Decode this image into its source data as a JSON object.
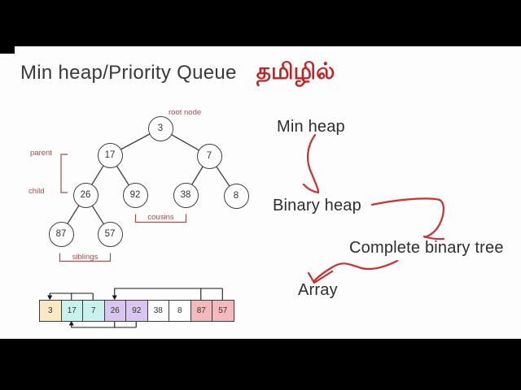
{
  "title": {
    "main": "Min heap/Priority Queue",
    "tamil": "தமிழில்"
  },
  "colors": {
    "title_text": "#3a3a3a",
    "tamil_red": "#c42421",
    "arrow_red": "#d22b2b",
    "annotation_red": "#a64d4b",
    "letterbox": "#000000",
    "cell_yellow": "#fbe9c4",
    "cell_cyan": "#c9f2ef",
    "cell_lavender": "#d9c6f0",
    "cell_white": "#ffffff",
    "cell_pink": "#f6b9bb"
  },
  "tree": {
    "nodes": [
      {
        "value": "3"
      },
      {
        "value": "17"
      },
      {
        "value": "7"
      },
      {
        "value": "26"
      },
      {
        "value": "92"
      },
      {
        "value": "38"
      },
      {
        "value": "8"
      },
      {
        "value": "87"
      },
      {
        "value": "57"
      }
    ],
    "edges": [
      [
        "3",
        "17"
      ],
      [
        "3",
        "7"
      ],
      [
        "17",
        "26"
      ],
      [
        "17",
        "92"
      ],
      [
        "7",
        "38"
      ],
      [
        "7",
        "8"
      ],
      [
        "26",
        "87"
      ],
      [
        "26",
        "57"
      ]
    ],
    "labels": {
      "root": "root node",
      "parent": "parent",
      "child": "child",
      "cousins": "cousins",
      "siblings": "siblings"
    }
  },
  "flow": {
    "items": [
      {
        "label": "Min heap"
      },
      {
        "label": "Binary heap"
      },
      {
        "label": "Complete binary tree"
      },
      {
        "label": "Array"
      }
    ]
  },
  "array": {
    "cells": [
      {
        "value": "3",
        "bg": "#fbe9c4"
      },
      {
        "value": "17",
        "bg": "#c9f2ef"
      },
      {
        "value": "7",
        "bg": "#c9f2ef"
      },
      {
        "value": "26",
        "bg": "#d9c6f0"
      },
      {
        "value": "92",
        "bg": "#d9c6f0"
      },
      {
        "value": "38",
        "bg": "#ffffff"
      },
      {
        "value": "8",
        "bg": "#ffffff"
      },
      {
        "value": "87",
        "bg": "#f6b9bb"
      },
      {
        "value": "57",
        "bg": "#f6b9bb"
      }
    ],
    "pointers": [
      "17,7 -> 3",
      "26,92 -> 17",
      "87,57 -> 26"
    ]
  }
}
